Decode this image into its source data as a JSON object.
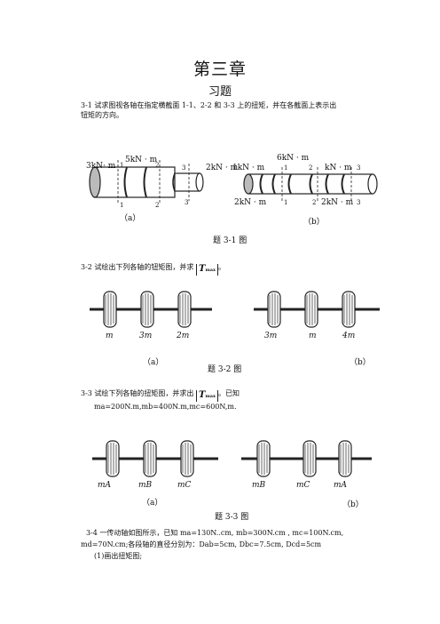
{
  "header": {
    "chapter": "第三章",
    "section": "习题"
  },
  "p31": {
    "line1": "3-1  试求图视各轴在指定横截面 1-1、2-2 和 3-3 上的扭矩，并在各截面上表示出",
    "line2": "钮矩的方向。",
    "fig_a": {
      "t1": "5kN · m",
      "t2": "3kN· m",
      "t3": "2kN · m",
      "s1": "1",
      "s2": "2",
      "s3": "3",
      "s1b": "1",
      "s2b": "2",
      "s3b": "3",
      "label": "（a）"
    },
    "fig_b": {
      "t1": "6kN · m",
      "t2": "1kN · m",
      "t3": "kN · m",
      "t4": "2kN · m",
      "t5": "2kN · m",
      "s1": "1",
      "s2": "2",
      "s3": "3",
      "s1b": "1",
      "s2b": "2",
      "s3b": "3",
      "label": "（b）"
    },
    "caption": "题 3-1 图"
  },
  "p32": {
    "text": "3-2  试绘出下列各轴的钮矩图，并求",
    "tmax": "T",
    "tmax_sub": "max",
    "end": "。",
    "fig_a": {
      "l1": "m",
      "l2": "3m",
      "l3": "2m",
      "label": "（a）"
    },
    "fig_b": {
      "l1": "3m",
      "l2": "m",
      "l3": "4m",
      "label": "（b）"
    },
    "caption": "题 3-2 图"
  },
  "p33": {
    "text": "3-3  试绘下列各轴的扭矩图，并求出",
    "tmax": "T",
    "tmax_sub": "max",
    "end": "。已知",
    "line2": "ma=200N.m,mb=400N.m,mc=600N,m.",
    "fig_a": {
      "l1": "mA",
      "l2": "mB",
      "l3": "mC",
      "label": "（a）"
    },
    "fig_b": {
      "l1": "mB",
      "l2": "mC",
      "l3": "mA",
      "label": "（b）"
    },
    "caption": "题 3-3 图"
  },
  "p34": {
    "line1": "3-4  一传动轴如图所示，已知 ma=130N..cm,   mb=300N.cm , mc=100N.cm,",
    "line2": "md=70N.cm;各段轴的直径分别为：Dab=5cm, Dbc=7.5cm, Dcd=5cm",
    "line3": "(1)画出扭矩图;"
  }
}
